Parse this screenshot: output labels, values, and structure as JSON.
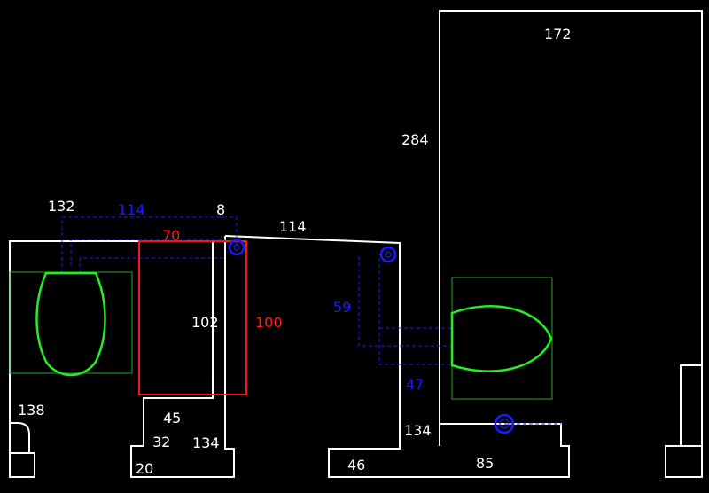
{
  "diagram": {
    "type": "plumbing-floor-plan",
    "colors": {
      "background": "#000000",
      "walls": "#ffffff",
      "pipes": "#1a1aff",
      "fixtures": "#22ee22",
      "fixture_boxes": "#1faa1f",
      "cabinet": "#ee1a1a"
    },
    "dimensions_white": {
      "d172": "172",
      "d284": "284",
      "d132": "132",
      "d8": "8",
      "d114": "114",
      "d102": "102",
      "d138": "138",
      "d45": "45",
      "d32": "32",
      "d134a": "134",
      "d20": "20",
      "d134b": "134",
      "d46": "46",
      "d85": "85"
    },
    "dimensions_blue": {
      "d114": "114",
      "d59": "59",
      "d47": "47"
    },
    "dimensions_red": {
      "d70": "70",
      "d100": "100"
    },
    "fixtures": [
      "toilet-left",
      "toilet-right",
      "cabinet"
    ],
    "drains": [
      "drain-top-middle",
      "drain-top-right",
      "drain-bottom-right"
    ]
  }
}
